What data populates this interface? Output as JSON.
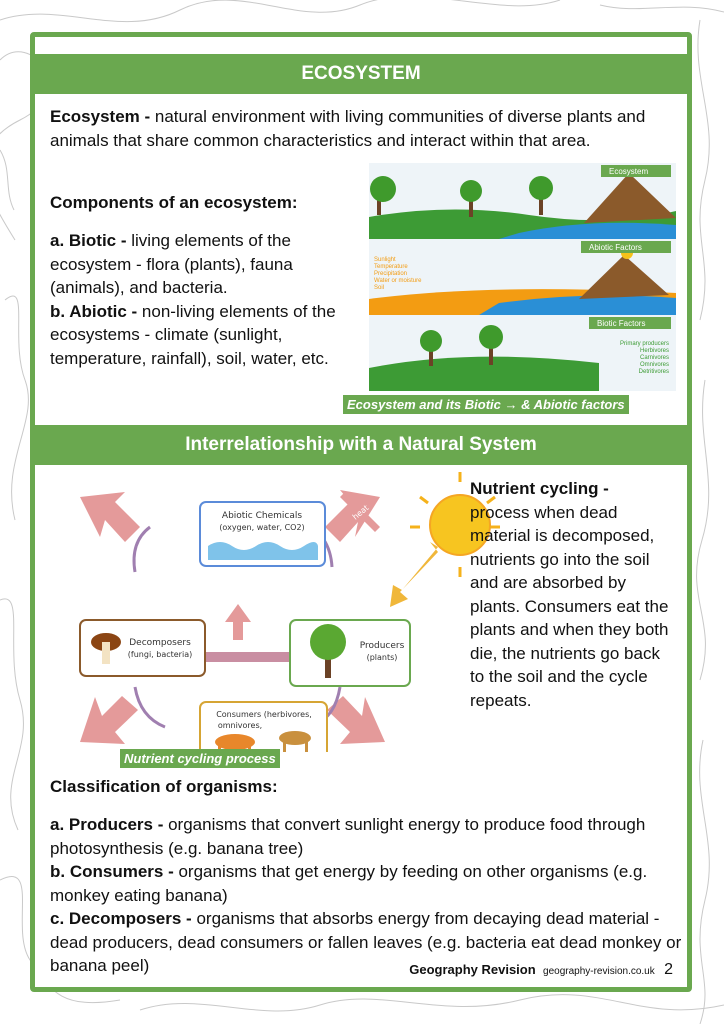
{
  "section1": {
    "title": "ECOSYSTEM",
    "definition_term": "Ecosystem -",
    "definition_text": " natural environment with living communities of diverse plants and animals that share common characteristics and interact within that area.",
    "components_heading": "Components of an ecosystem:",
    "biotic_term": "a. Biotic -",
    "biotic_text": " living elements of the ecosystem - flora (plants), fauna (animals), and bacteria.",
    "abiotic_term": "b. Abiotic -",
    "abiotic_text": " non-living elements of the ecosystems - climate (sunlight, temperature, rainfall), soil, water, etc.",
    "image": {
      "panel1_title": "Ecosystem",
      "panel2_title": "Abiotic Factors",
      "panel2_list": [
        "Sunlight",
        "Temperature",
        "Precipitation",
        "Water or moisture",
        "Soil"
      ],
      "panel3_title": "Biotic Factors",
      "panel3_list": [
        "Primary producers",
        "Herbivores",
        "Carnivores",
        "Omnivores",
        "Detritivores"
      ]
    },
    "caption": "Ecosystem and its Biotic → & Abiotic factors"
  },
  "section2": {
    "title": "Interrelationship with a Natural System",
    "diagram": {
      "abiotic_line1": "Abiotic Chemicals",
      "abiotic_line2": "(oxygen, water, CO2)",
      "heat": "heat",
      "decomposers_line1": "Decomposers",
      "decomposers_line2": "(fungi, bacteria)",
      "producers_line1": "Producers",
      "producers_line2": "(plants)",
      "consumers_line1": "Consumers (herbivores,",
      "consumers_line2": "omnivores,"
    },
    "nutrient_term": "Nutrient cycling -",
    "nutrient_text": " process when dead material is decomposed, nutrients go into the soil and are absorbed by plants. Consumers eat the plants and when they both die, the nutrients go back to the soil and the cycle repeats.",
    "caption": "Nutrient cycling process",
    "classification_heading": "Classification of organisms:",
    "producers_term": "a. Producers -",
    "producers_text": " organisms that convert sunlight energy to produce food through photosynthesis (e.g. banana tree)",
    "consumers_term": "b. Consumers -",
    "consumers_text": " organisms that get energy by feeding on other organisms (e.g. monkey eating banana)",
    "decomposers_term": "c. Decomposers -",
    "decomposers_text": " organisms that absorbs energy from decaying dead material - dead producers, dead consumers or fallen leaves (e.g. bacteria eat dead monkey or banana peel)"
  },
  "footer": {
    "brand": "Geography Revision",
    "site": "geography-revision.co.uk",
    "page": "2"
  },
  "colors": {
    "accent": "#6aa84f",
    "arrow": "#e49a9a",
    "sky": "#eef4f8"
  }
}
